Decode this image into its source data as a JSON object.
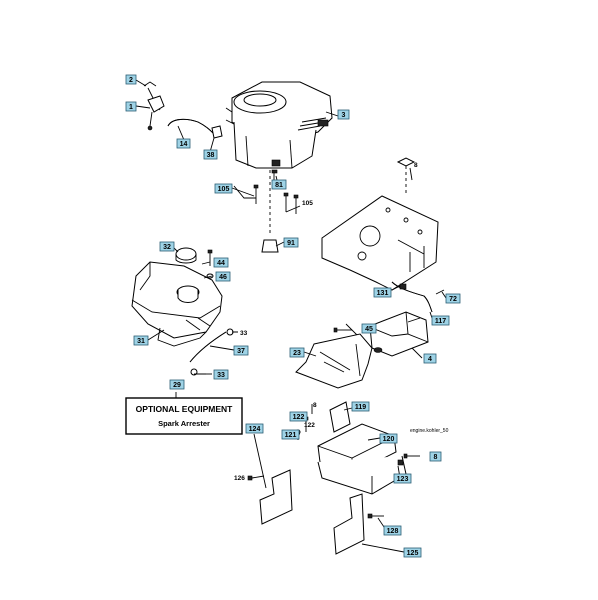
{
  "callouts": {
    "c2": "2",
    "c1": "1",
    "c14": "14",
    "c38": "38",
    "c3": "3",
    "c105": "105",
    "c81": "81",
    "c91": "91",
    "c32": "32",
    "c44": "44",
    "c46": "46",
    "c31": "31",
    "c37": "37",
    "c33b": "33",
    "c29": "29",
    "c23": "23",
    "c45": "45",
    "c4": "4",
    "c131": "131",
    "c72": "72",
    "c117": "117",
    "c122": "122",
    "c119": "119",
    "c121": "121",
    "c120": "120",
    "c124": "124",
    "c123": "123",
    "c8b": "8",
    "c128": "128",
    "c125": "125"
  },
  "plain_labels": {
    "p105": "105",
    "p8": "8",
    "p33": "33",
    "p8b": "8",
    "p122": "122",
    "p126": "126"
  },
  "optional_equipment": {
    "title": "OPTIONAL EQUIPMENT",
    "subtitle": "Spark Arrester"
  },
  "reference_code": "engine.kohler_50"
}
